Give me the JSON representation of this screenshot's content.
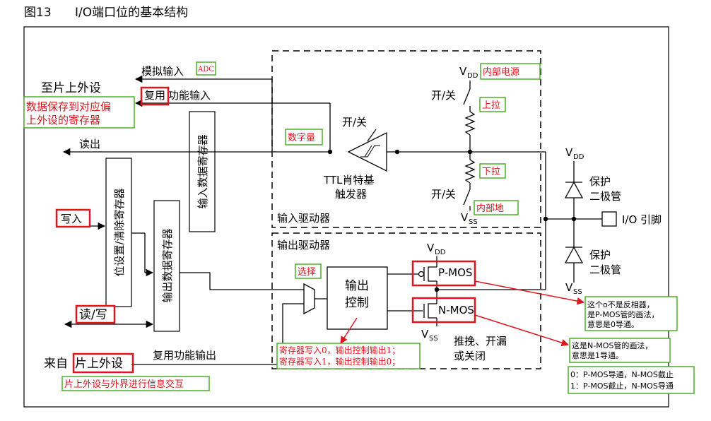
{
  "figure": {
    "number": "图13",
    "title": "I/O端口位的基本结构"
  },
  "labels": {
    "to_peripheral": "至片上外设",
    "analog_input": "模拟输入",
    "alt_input_a": "复用",
    "alt_input_b": "功能输入",
    "read_out": "读出",
    "write_in": "写入",
    "read_write": "读/写",
    "from_peripheral_a": "来自",
    "from_peripheral_b": "片上外设",
    "alt_output": "复用功能输出",
    "bsrr": "位设置/清除寄存器",
    "odr": "输出数据寄存器",
    "idr": "输入数据寄存器",
    "on_off_1": "开/关",
    "on_off_2": "开/关",
    "on_off_3": "开/关",
    "ttl_1": "TTL肖特基",
    "ttl_2": "触发器",
    "input_driver": "输入驱动器",
    "output_driver": "输出驱动器",
    "output_ctrl_1": "输出",
    "output_ctrl_2": "控制",
    "pmos": "P-MOS",
    "nmos": "N-MOS",
    "vdd": "V",
    "vdd_sub": "DD",
    "vss": "V",
    "vss_sub": "SS",
    "mode_1": "推挽、开漏",
    "mode_2": "或关闭",
    "protect_1": "保护",
    "protect_2": "二极管",
    "io_pin": "I/O 引脚"
  },
  "annotations": {
    "adc": "ADC",
    "data_save_1": "数据保存到对应偏",
    "data_save_2": "上外设的寄存器",
    "digital": "数字量",
    "internal_power": "内部电源",
    "pull_up": "上拉",
    "pull_down": "下拉",
    "internal_ground": "内部地",
    "select": "选择",
    "reg_rule_1": "寄存器写入0，输出控制输出1；",
    "reg_rule_2": "寄存器写入1，输出控制输出0；",
    "peripheral_exchange": "片上外设与外界进行信息交互",
    "pmos_note_1": "这个o不是反相器，",
    "pmos_note_2": "是P-MOS管的画法，",
    "pmos_note_3": "意思是0导通。",
    "nmos_note_1": "这是N-MOS管的画法，",
    "nmos_note_2": "意思是1导通。",
    "truth_1": "0：P-MOS导通，N-MOS截止",
    "truth_2": "1：P-MOS截止，N-MOS导通"
  },
  "colors": {
    "annotation_red": "#e0141e",
    "annotation_green": "#4caf28",
    "line": "#000000"
  }
}
